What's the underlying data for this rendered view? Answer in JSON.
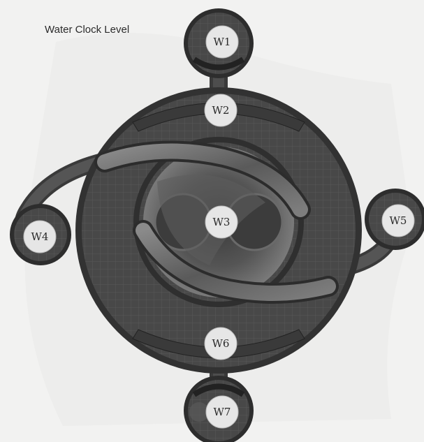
{
  "map": {
    "title": "Water Clock Level",
    "colors": {
      "background": "#f2f2f1",
      "stone": "#4a4a4a",
      "stone_dark": "#2a2a2a",
      "water": "#6a6a6a",
      "marker_fill": "#e6e6e6"
    },
    "rooms": [
      {
        "id": "W1",
        "label": "W1"
      },
      {
        "id": "W2",
        "label": "W2"
      },
      {
        "id": "W3",
        "label": "W3"
      },
      {
        "id": "W4",
        "label": "W4"
      },
      {
        "id": "W5",
        "label": "W5"
      },
      {
        "id": "W6",
        "label": "W6"
      },
      {
        "id": "W7",
        "label": "W7"
      }
    ]
  }
}
